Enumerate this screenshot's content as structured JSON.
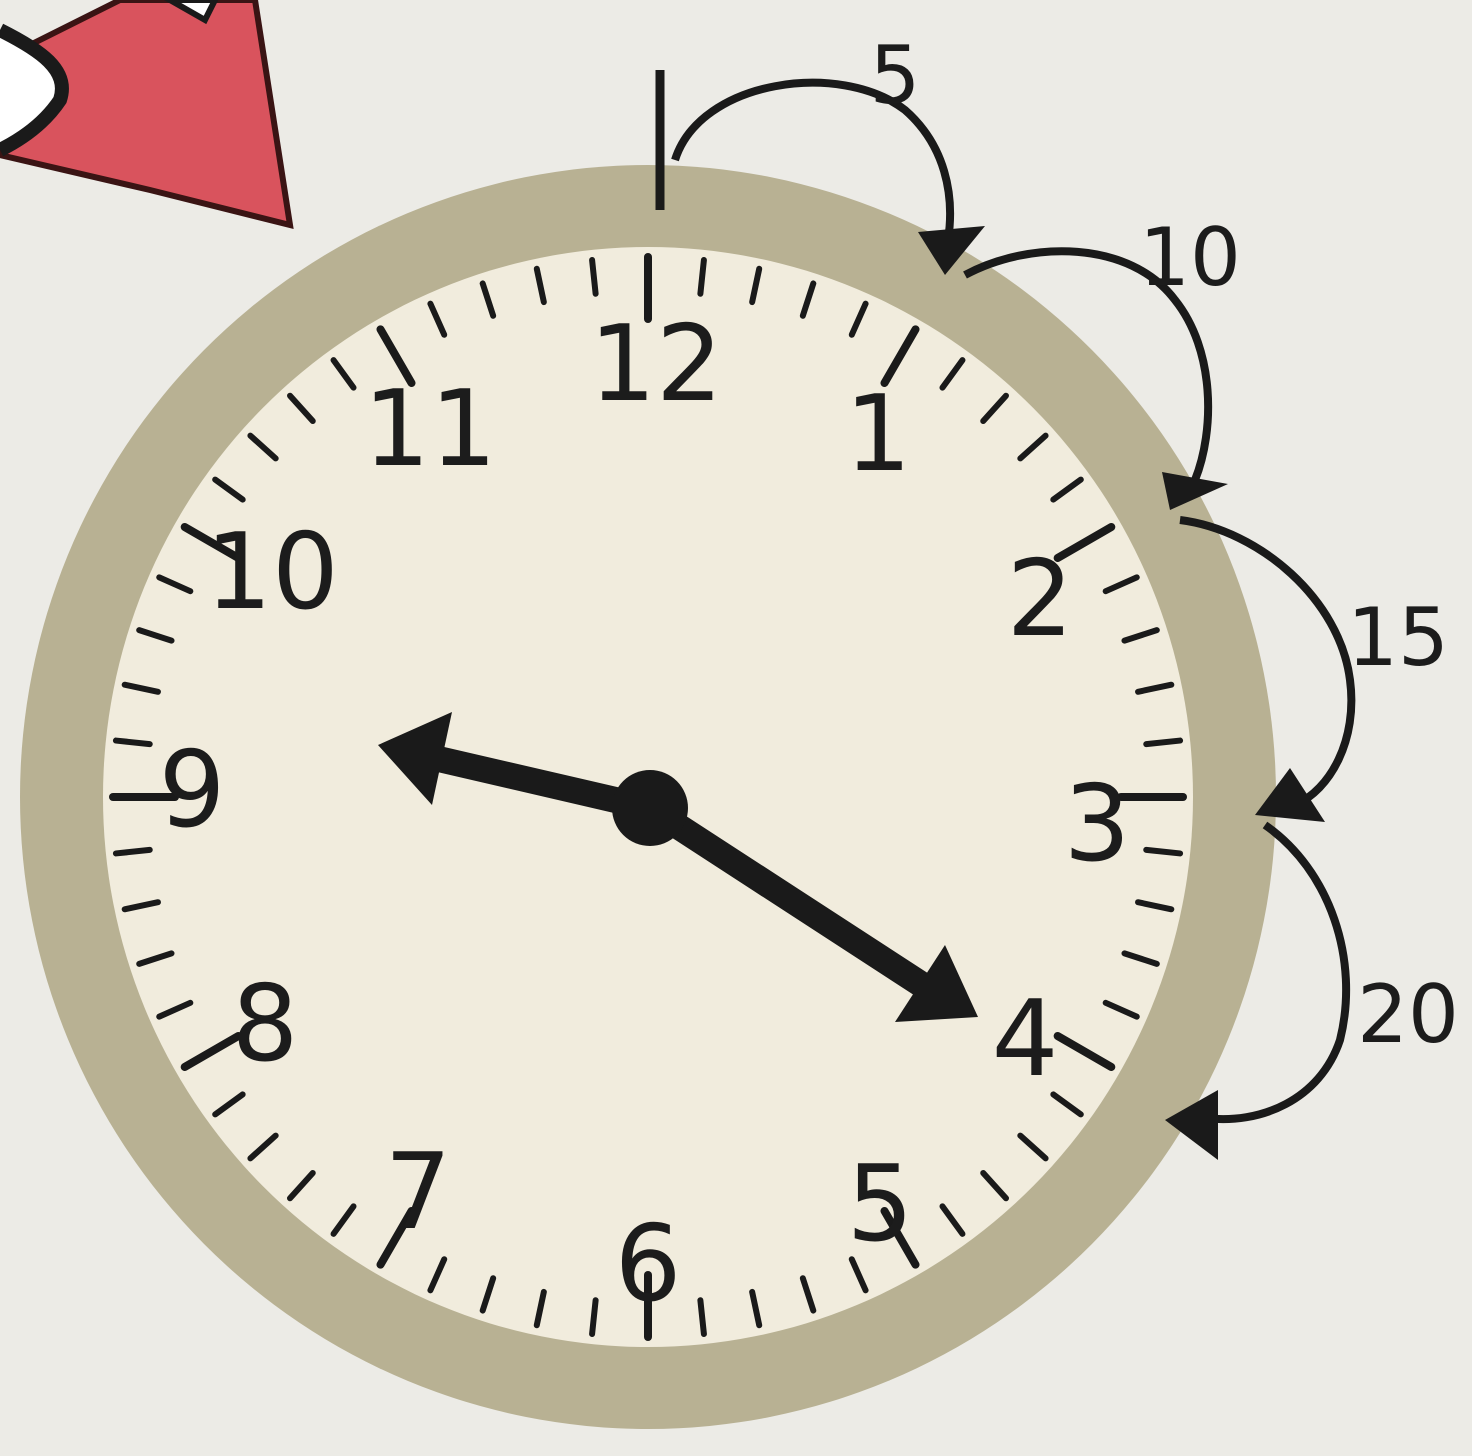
{
  "clock": {
    "hour_labels": [
      "12",
      "1",
      "2",
      "3",
      "4",
      "5",
      "6",
      "7",
      "8",
      "9",
      "10",
      "11"
    ],
    "hour_hand_points_to": 9,
    "minute_hand_points_to": 4,
    "face_color": "#f1ecdd",
    "rim_color": "#b8b193",
    "hand_color": "#1a1a1a"
  },
  "count_arrows": {
    "labels": [
      "5",
      "10",
      "15",
      "20"
    ],
    "arrow_color": "#1a1a1a"
  },
  "corner_arrow": {
    "color": "#d9535d"
  }
}
